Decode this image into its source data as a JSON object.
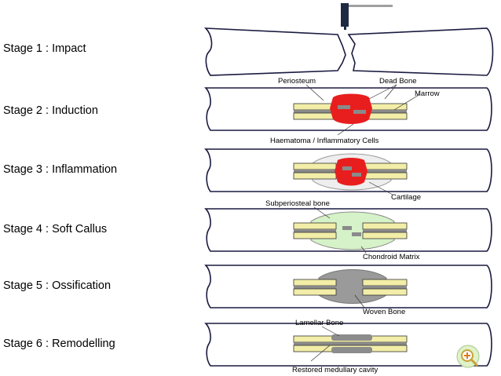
{
  "stages": [
    {
      "label": "Stage 1 : Impact"
    },
    {
      "label": "Stage 2 : Induction",
      "annotations": [
        "Periosteum",
        "Dead Bone",
        "Marrow",
        "Haematoma / Inflammatory Cells"
      ]
    },
    {
      "label": "Stage 3 : Inflammation",
      "annotations": [
        "Cartilage"
      ]
    },
    {
      "label": "Stage 4 : Soft Callus",
      "annotations": [
        "Subperiosteal bone",
        "Chondroid Matrix"
      ]
    },
    {
      "label": "Stage 5 : Ossification",
      "annotations": [
        "Woven Bone"
      ]
    },
    {
      "label": "Stage 6 : Remodelling",
      "annotations": [
        "Lamellar Bone",
        "Restored medullary cavity"
      ]
    }
  ],
  "colors": {
    "outline": "#1a1a40",
    "cortex": "#f2eea8",
    "cortex_stripe": "#8a8a8a",
    "haematoma": "#e81e1e",
    "soft_callus": "#d6f2c8",
    "woven_bone": "#9a9a9a",
    "lamellar_bone": "#8c8c8c",
    "periosteum": "#cccccc",
    "hammer_head": "#1e2a44"
  },
  "icons": {
    "hammer": "hammer-icon",
    "zoom": "zoom-in-icon"
  }
}
